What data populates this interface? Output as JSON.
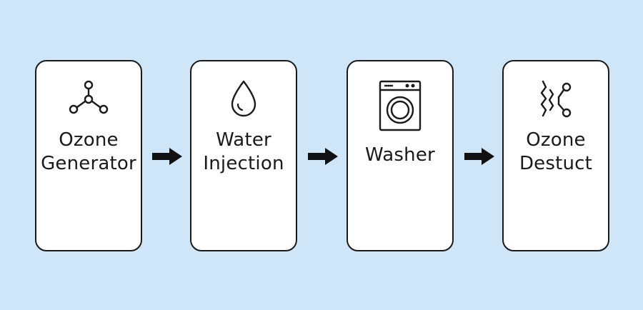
{
  "colors": {
    "background": "#cfe6f8",
    "card_fill": "#ffffff",
    "stroke": "#1a1a1a"
  },
  "steps": [
    {
      "icon": "molecule-icon",
      "label_lines": [
        "Ozone",
        "Generator"
      ]
    },
    {
      "icon": "water-drop-icon",
      "label_lines": [
        "Water",
        "Injection"
      ]
    },
    {
      "icon": "washing-machine-icon",
      "label_lines": [
        "Washer"
      ]
    },
    {
      "icon": "ozone-destruct-icon",
      "label_lines": [
        "Ozone",
        "Destuct"
      ]
    }
  ],
  "connectors": [
    {
      "icon": "arrow-right-icon"
    },
    {
      "icon": "arrow-right-icon"
    },
    {
      "icon": "arrow-right-icon"
    }
  ]
}
